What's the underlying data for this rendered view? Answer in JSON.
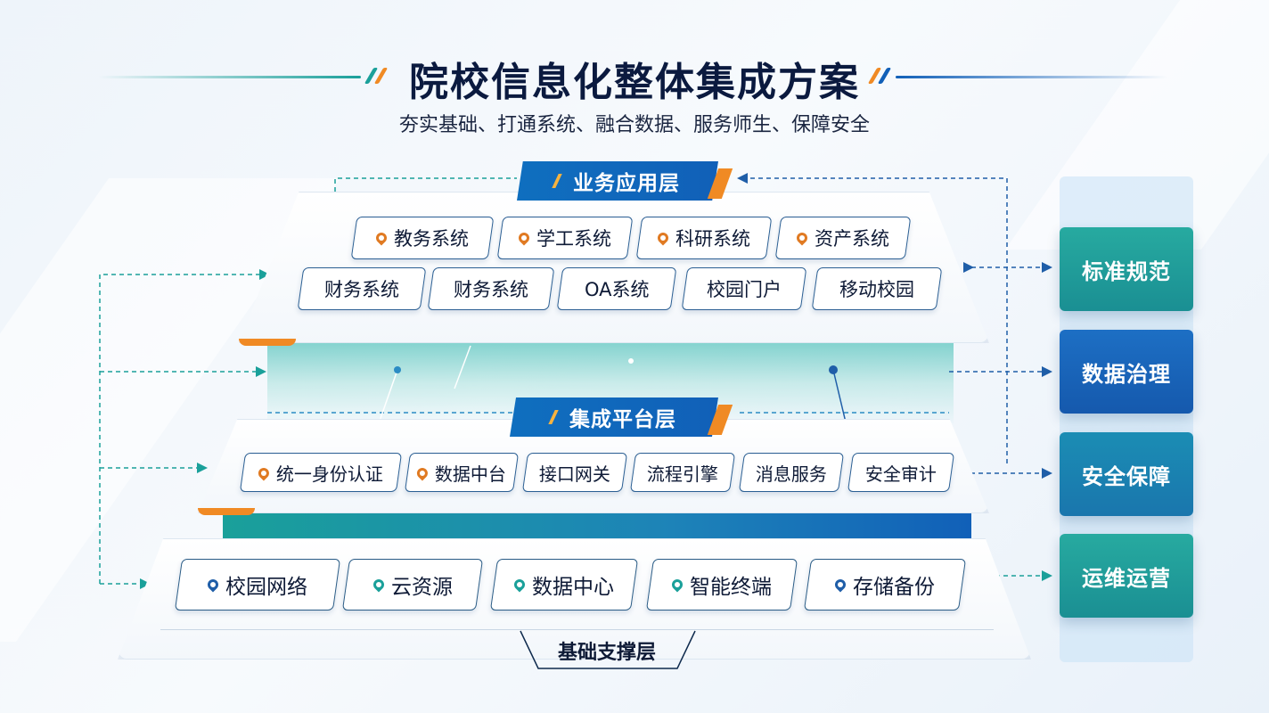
{
  "header": {
    "title": "院校信息化整体集成方案",
    "subtitle": "夯实基础、打通系统、融合数据、服务师生、保障安全"
  },
  "layers": {
    "business": {
      "label": "业务应用层",
      "row1": [
        "教务系统",
        "学工系统",
        "科研系统",
        "资产系统"
      ],
      "row2": [
        "财务系统",
        "财务系统",
        "OA系统",
        "校园门户",
        "移动校园"
      ]
    },
    "platform": {
      "label": "集成平台层",
      "items": [
        "统一身份认证",
        "数据中台",
        "接口网关",
        "流程引擎",
        "消息服务",
        "安全审计"
      ]
    },
    "foundation": {
      "label": "基础支撑层",
      "items": [
        "校园网络",
        "云资源",
        "数据中心",
        "智能终端",
        "存储备份"
      ]
    }
  },
  "side": {
    "items": [
      "标准规范",
      "数据治理",
      "安全保障",
      "运维运营"
    ]
  },
  "colors": {
    "accent_blue": "#1160b8",
    "accent_orange": "#f08a24",
    "teal": "#1aa09a",
    "navy": "#0b1a3f"
  },
  "icons": [
    "location-pin-icon"
  ]
}
